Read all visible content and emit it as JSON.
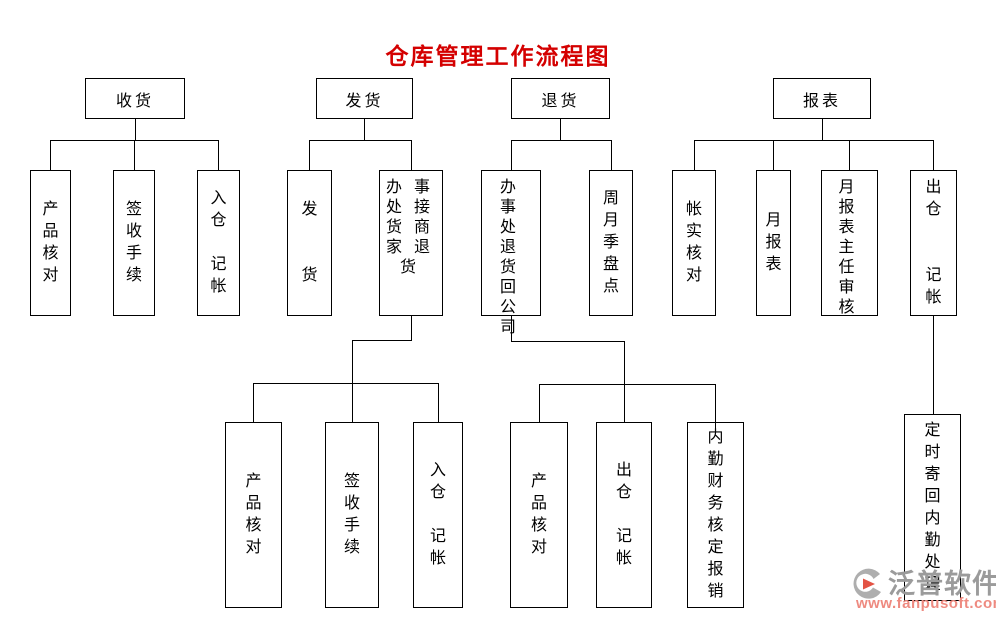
{
  "title": "仓库管理工作流程图",
  "colors": {
    "background": "#ffffff",
    "title": "#d40000",
    "line": "#000000",
    "box_border": "#000000",
    "watermark_brand": "#9b9b9b",
    "watermark_url": "#ee8a80",
    "watermark_logo_gray": "#a0a0a0",
    "watermark_logo_red": "#e04030"
  },
  "tree": {
    "shouhuo": {
      "label": "收货",
      "children": {
        "chanpin_hedui": "产\n品\n核\n对",
        "qianshou_shouxu": "签\n收\n手\n续",
        "rucang_jizhang": "入\n仓\n\n记\n帐"
      }
    },
    "fahuo": {
      "label": "发货",
      "children": {
        "fa_huo": "发\n\n\n货",
        "banshichu_jiehuo_shangjia_tuihuo": "办事\n处接\n货商\n家退\n货"
      },
      "grandchildren": {
        "chanpin_hedui": "产\n品\n核\n对",
        "qianshou_shouxu": "签\n收\n手\n续",
        "rucang_jizhang": "入\n仓\n\n记\n帐"
      }
    },
    "tuihuo": {
      "label": "退货",
      "children": {
        "banshichu_tuihuo_hui_gongsi": "办事\n处退\n货回\n公司",
        "zhou_yue_ji_pandian": "周\n月\n季\n盘\n点"
      },
      "grandchildren": {
        "chanpin_hedui": "产\n品\n核\n对",
        "chucang_jizhang": "出\n仓\n\n记\n帐",
        "neiqin_caiwu_heding_baoxiao": "内\n勤\n财\n务\n核\n定\n报\n销"
      }
    },
    "baobiao": {
      "label": "报表",
      "children": {
        "zhangshi_hedui": "帐\n实\n核\n对",
        "yue_baobiao": "月\n报\n表",
        "yuebaobiao_zhuren_shenhe": "月报\n表主\n任审\n核",
        "chucang_jizhang": "出\n仓\n\n\n记\n帐"
      },
      "grandchildren": {
        "dingshi_jihui_neiqin_chuli": "定\n时\n寄\n回\n内\n勤\n处\n理"
      }
    }
  },
  "watermark": {
    "brand": "泛普软件",
    "url": "www.fanpusoft.com",
    "logo": "fanpu-logo"
  }
}
